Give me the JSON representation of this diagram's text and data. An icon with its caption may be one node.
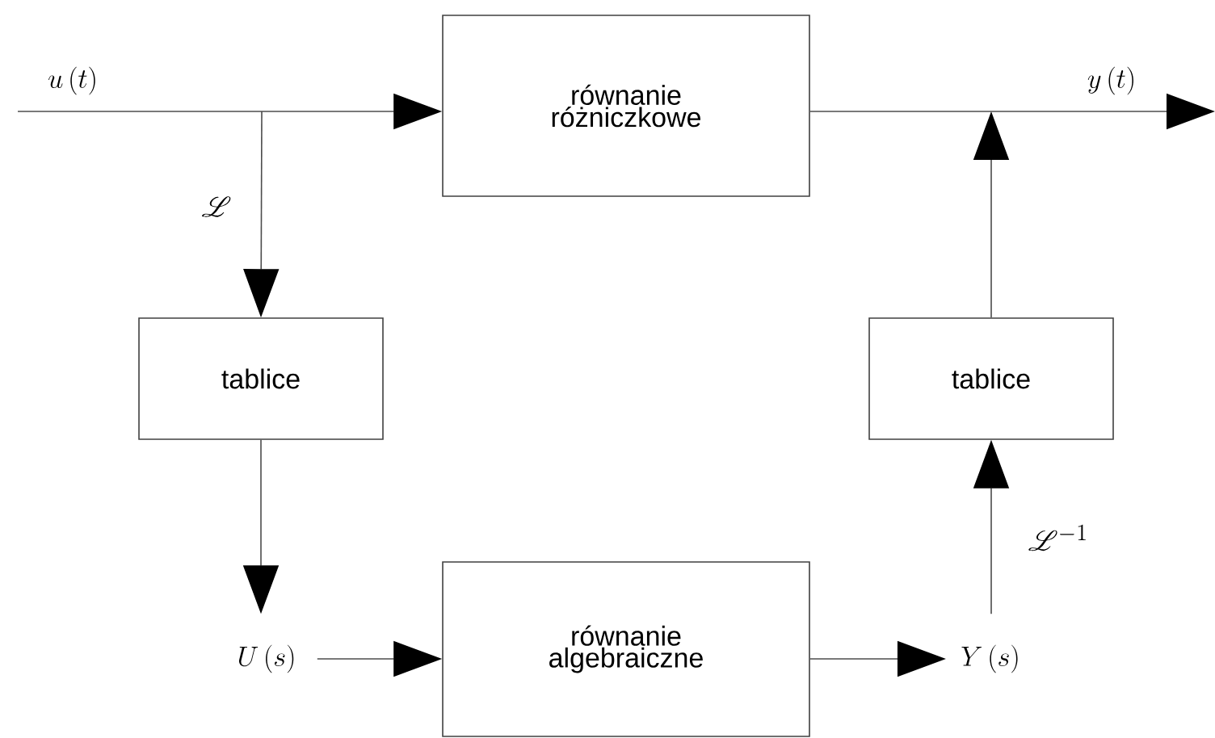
{
  "diagram": {
    "nodes": [
      {
        "text": [
          "równanie różniczkowe"
        ]
      },
      {
        "text": [
          "tablice"
        ]
      },
      {
        "text": [
          "tablice"
        ]
      },
      {
        "text": [
          "U\\left(s\\right)"
        ]
      },
      {
        "text": [
          "równanie algebraiczne"
        ]
      },
      {
        "text": [
          "Y\\left(s\\right)"
        ]
      }
    ],
    "edges": [
      {
        "from": null,
        "to": 0,
        "arrow": "to",
        "label": "u\\left(t\\right)"
      },
      {
        "from": null,
        "to": 1,
        "arrow": "to",
        "label": "\\mathscr{L}"
      },
      {
        "from": 1,
        "to": 3,
        "arrow": "to"
      },
      {
        "from": 3,
        "to": 4,
        "arrow": "to"
      },
      {
        "from": 4,
        "to": 5,
        "arrow": "to"
      },
      {
        "from": 5,
        "to": 2,
        "arrow": "to",
        "label": "\\mathscr{L}^{-1}"
      },
      {
        "from": 2,
        "to": null,
        "arrow": "to"
      },
      {
        "from": 0,
        "to": null,
        "arrow": "to",
        "label": "y\\left(t\\right)"
      }
    ]
  }
}
